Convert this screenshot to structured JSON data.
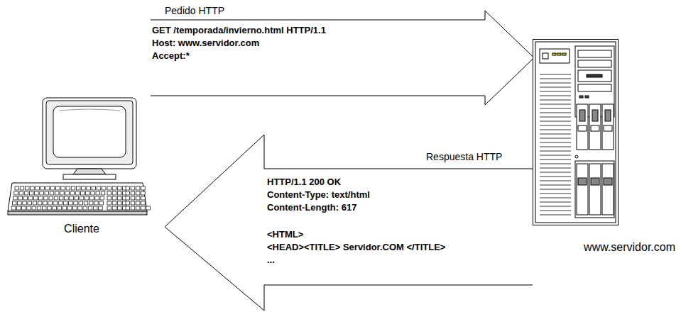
{
  "diagram": {
    "nodes": [
      {
        "text": [
          "Cliente"
        ]
      },
      {
        "text": [
          "www.servidor.com"
        ]
      }
    ],
    "edges": [
      {
        "from": 0,
        "to": 1,
        "arrow": "to",
        "label": "Pedido HTTP"
      },
      {
        "from": 1,
        "to": 0,
        "arrow": "to",
        "label": "Respuesta HTTP"
      }
    ],
    "labels": [
      "GET /temporada/invierno.html HTTP/1.1",
      "Host: www.servidor.com",
      "Accept:*",
      "HTTP/1.1 200 OK",
      "Content-Type: text/html",
      "Content-Length: 617",
      "<HTML>",
      "<HEAD><TITLE> Servidor.COM </TITLE>",
      "..."
    ]
  }
}
